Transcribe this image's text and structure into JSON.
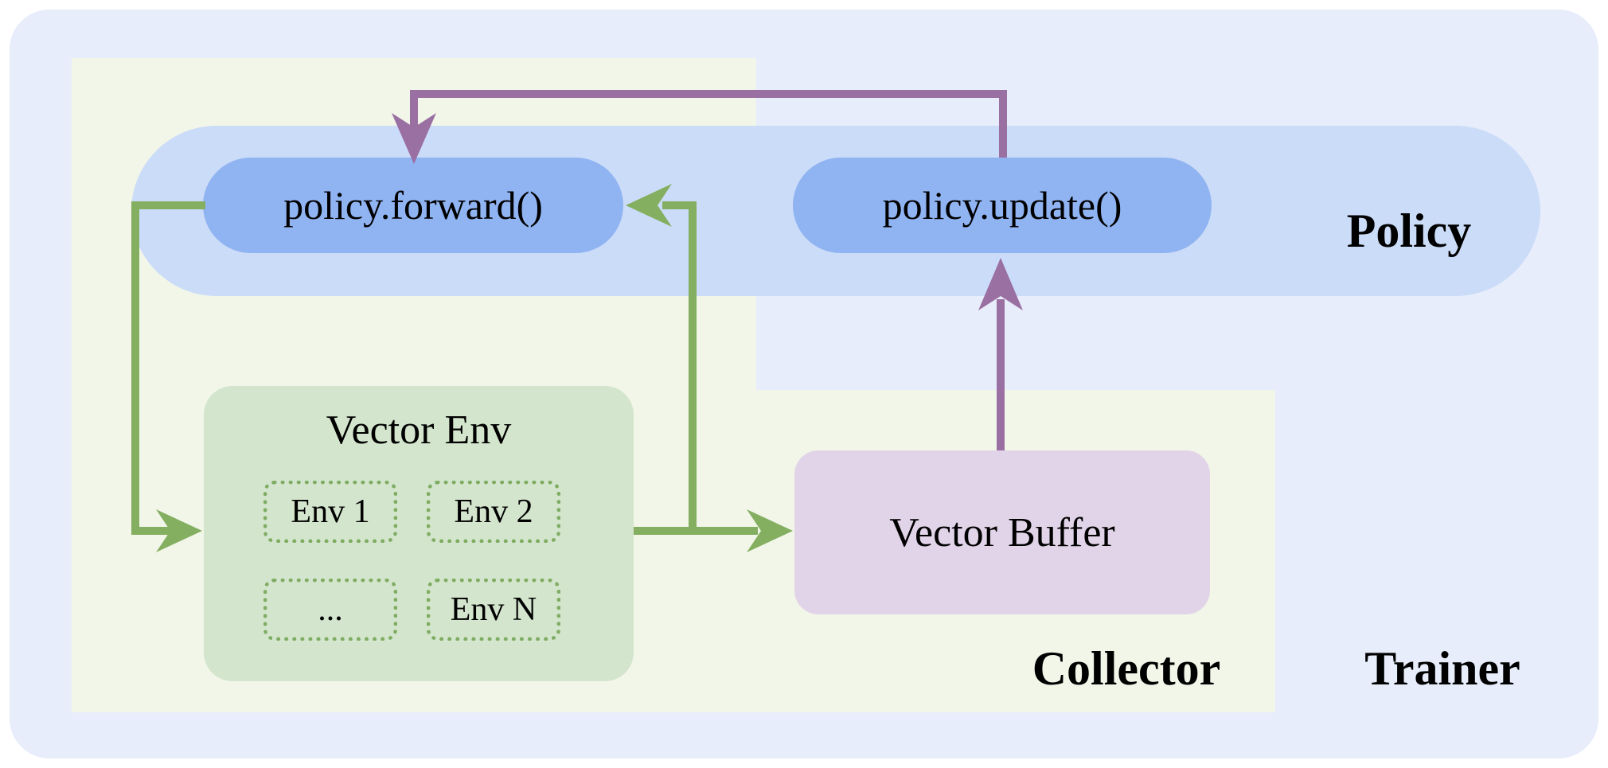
{
  "regions": {
    "trainer_label": "Trainer",
    "collector_label": "Collector",
    "policy_label": "Policy"
  },
  "nodes": {
    "policy_forward": "policy.forward()",
    "policy_update": "policy.update()",
    "vector_env": {
      "title": "Vector Env",
      "envs": [
        "Env 1",
        "Env 2",
        "...",
        "Env N"
      ]
    },
    "vector_buffer": "Vector Buffer"
  },
  "colors": {
    "page_bg": "#ffffff",
    "trainer_bg": "#e7edfb",
    "collector_bg": "#f2f6e9",
    "policy_band_bg": "#cbdcf8",
    "pill_bg": "#90b4f2",
    "vector_env_bg": "#d3e5cc",
    "env_dashed_border": "#7fac63",
    "vector_buffer_bg": "#e2d4e8",
    "green_arrow": "#84ae60",
    "purple_arrow": "#9a6fa2",
    "text": "#000000"
  }
}
